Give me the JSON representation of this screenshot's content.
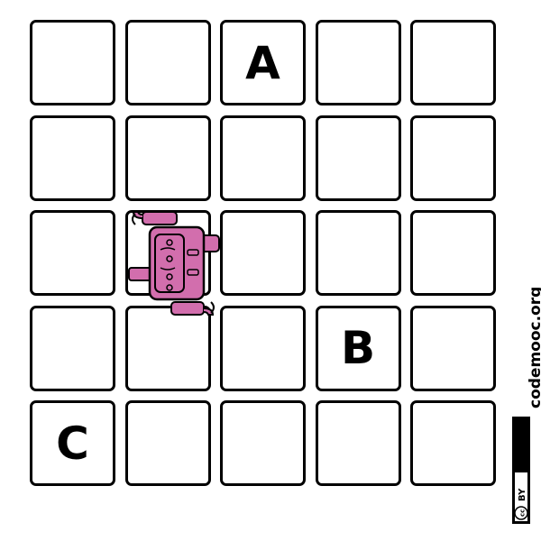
{
  "grid": {
    "rows": 5,
    "cols": 5,
    "labels": [
      {
        "row": 0,
        "col": 2,
        "text": "A"
      },
      {
        "row": 3,
        "col": 3,
        "text": "B"
      },
      {
        "row": 4,
        "col": 0,
        "text": "C"
      }
    ]
  },
  "robot": {
    "row": 2,
    "col": 1,
    "facing": "east",
    "color": "#d26ead",
    "outline": "#000000"
  },
  "branding": {
    "site": "codemooc.org",
    "license": "CC BY"
  }
}
